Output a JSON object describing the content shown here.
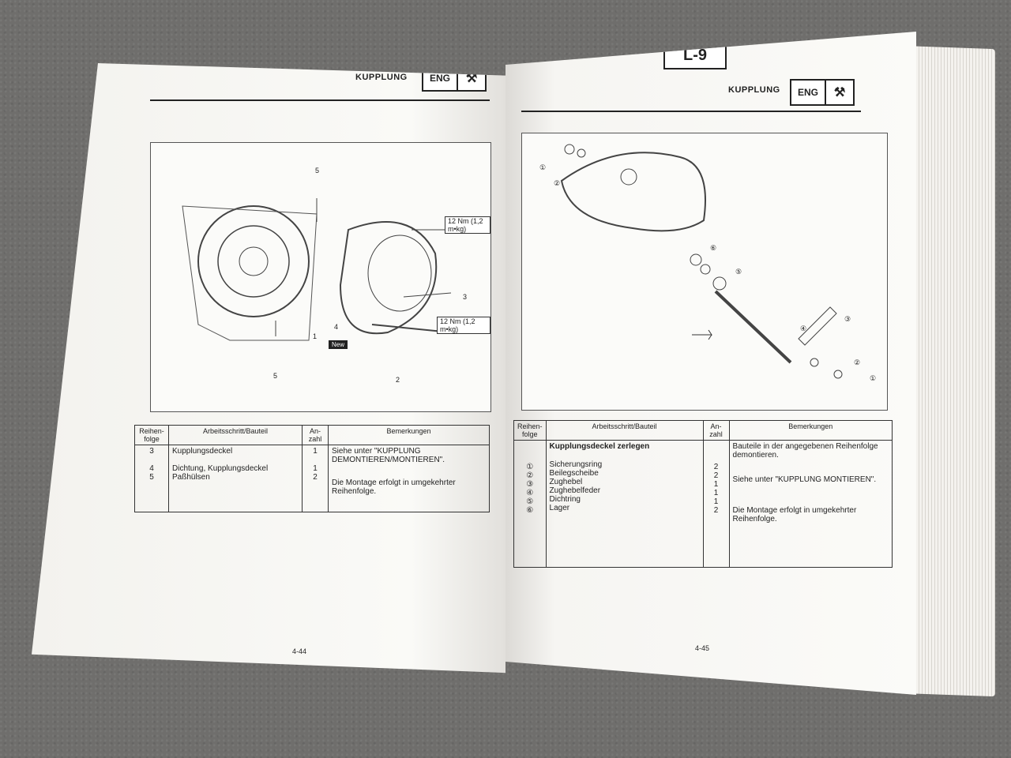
{
  "left_page": {
    "header_title": "KUPPLUNG",
    "badge": "ENG",
    "page_number": "4-44",
    "figure": {
      "callouts": [
        "5",
        "3",
        "4",
        "1",
        "5",
        "2"
      ],
      "torque_1": "12 Nm (1,2 m•kg)",
      "torque_2": "12 Nm (1,2 m•kg)",
      "new_tag": "New"
    },
    "table": {
      "headers": [
        "Reihen-\nfolge",
        "Arbeitsschritt/Bauteil",
        "An-\nzahl",
        "Bemerkungen"
      ],
      "col1": "3\n\n4\n5",
      "col2": "Kupplungsdeckel\n\nDichtung, Kupplungsdeckel\nPaßhülsen",
      "col3": "1\n\n1\n2",
      "col4_a": "Siehe unter \"KUPPLUNG DEMONTIEREN/MONTIEREN\".",
      "col4_b": "Die Montage erfolgt in umgekehrter Reihenfolge."
    }
  },
  "right_page": {
    "section_box": "L-9",
    "header_title": "KUPPLUNG",
    "badge": "ENG",
    "page_number": "4-45",
    "figure": {
      "callouts": [
        "①",
        "②",
        "⑥",
        "⑤",
        "④",
        "③",
        "②",
        "①"
      ]
    },
    "table": {
      "headers": [
        "Reihen-\nfolge",
        "Arbeitsschritt/Bauteil",
        "An-\nzahl",
        "Bemerkungen"
      ],
      "subtitle": "Kupplungsdeckel zerlegen",
      "col1": "①\n②\n③\n④\n⑤\n⑥",
      "col2": "Sicherungsring\nBeilegscheibe\nZughebel\nZughebelfeder\nDichtring\nLager",
      "col3": "2\n2\n1\n1\n1\n2",
      "col4_a": "Bauteile in der angegebenen Reihenfolge demontieren.",
      "col4_b": "Siehe unter \"KUPPLUNG MONTIEREN\".",
      "col4_c": "Die Montage erfolgt in umgekehrter Reihenfolge."
    }
  }
}
